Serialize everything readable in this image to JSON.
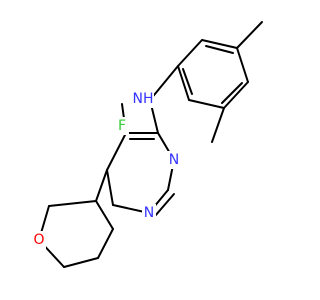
{
  "molecule": {
    "atoms": {
      "nh": "NH",
      "f": "F",
      "n_top": "N",
      "n_bottom": "N",
      "o": "O"
    },
    "colors": {
      "nitrogen": "#3333ff",
      "fluorine": "#33cc33",
      "oxygen": "#ff0000",
      "bond": "#000000"
    }
  }
}
